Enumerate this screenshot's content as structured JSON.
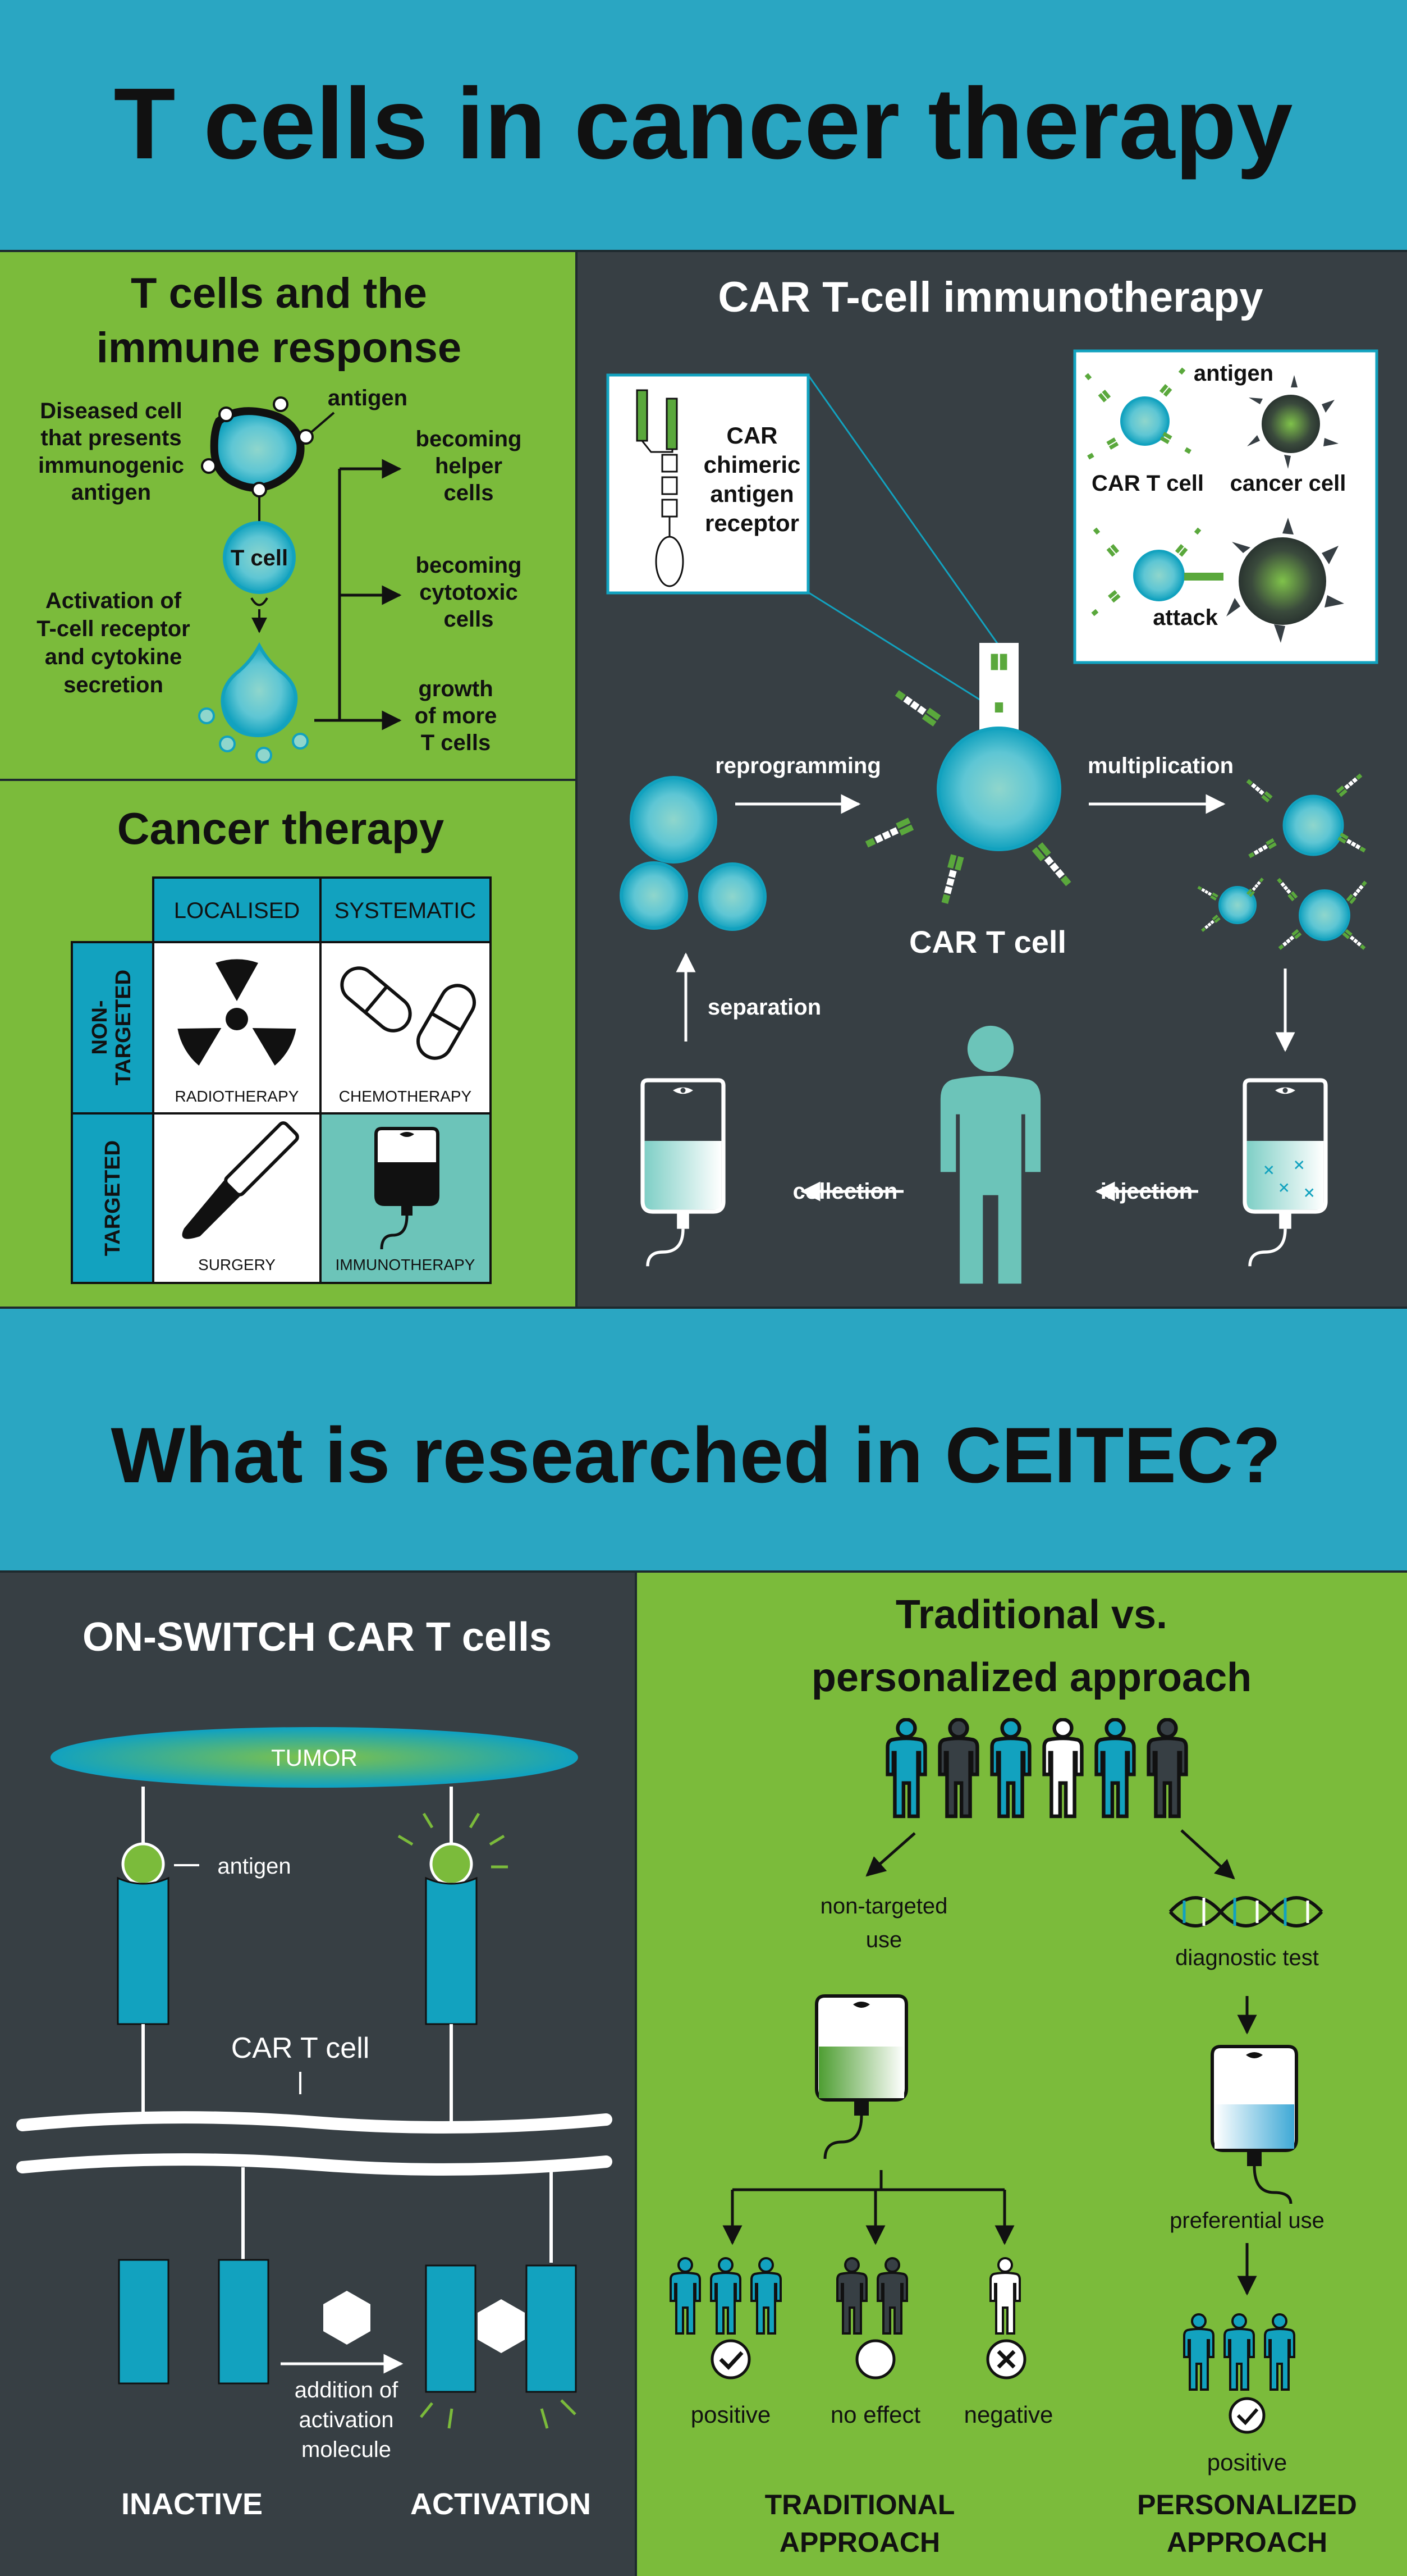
{
  "colors": {
    "banner": "#2aa6c2",
    "green_panel": "#7bbb3b",
    "dark_panel": "#373f44",
    "teal": "#12a2bf",
    "light_teal": "#6cc4b9",
    "car_green": "#5aa83c",
    "ink": "#111111",
    "white": "#ffffff"
  },
  "header": {
    "title": "T cells in cancer therapy"
  },
  "immune_response": {
    "title_line1": "T cells and the",
    "title_line2": "immune response",
    "diseased_line1": "Diseased cell",
    "diseased_line2": "that presents",
    "diseased_line3": "immunogenic",
    "diseased_line4": "antigen",
    "antigen_label": "antigen",
    "tcell_label": "T cell",
    "activation_line1": "Activation of",
    "activation_line2": "T-cell receptor",
    "activation_line3": "and cytokine",
    "activation_line4": "secretion",
    "outcome1_line1": "becoming",
    "outcome1_line2": "helper",
    "outcome1_line3": "cells",
    "outcome2_line1": "becoming",
    "outcome2_line2": "cytotoxic",
    "outcome2_line3": "cells",
    "outcome3_line1": "growth",
    "outcome3_line2": "of more",
    "outcome3_line3": "T cells"
  },
  "cancer_therapy": {
    "title": "Cancer therapy",
    "col_localised": "LOCALISED",
    "col_systematic": "SYSTEMATIC",
    "row_nontargeted_line1": "NON-",
    "row_nontargeted_line2": "TARGETED",
    "row_targeted": "TARGETED",
    "cell_radiotherapy": "RADIOTHERAPY",
    "cell_chemotherapy": "CHEMOTHERAPY",
    "cell_surgery": "SURGERY",
    "cell_immunotherapy": "IMMUNOTHERAPY"
  },
  "car_t": {
    "title": "CAR T-cell immunotherapy",
    "inset_line1": "CAR",
    "inset_line2": "chimeric",
    "inset_line3": "antigen",
    "inset_line4": "receptor",
    "attack_antigen": "antigen",
    "attack_car_t_cell": "CAR T cell",
    "attack_cancer_cell": "cancer cell",
    "attack_label": "attack",
    "reprogramming": "reprogramming",
    "multiplication": "multiplication",
    "car_t_cell": "CAR T cell",
    "separation": "separation",
    "collection": "collection",
    "injection": "injection"
  },
  "section2": {
    "title": "What is researched in CEITEC?"
  },
  "on_switch": {
    "title": "ON-SWITCH CAR T cells",
    "tumor": "TUMOR",
    "antigen": "antigen",
    "car_t_cell": "CAR T cell",
    "addition_line1": "addition of",
    "addition_line2": "activation",
    "addition_line3": "molecule",
    "inactive": "INACTIVE",
    "activation": "ACTIVATION"
  },
  "approach": {
    "title_line1": "Traditional vs.",
    "title_line2": "personalized approach",
    "non_targeted_line1": "non-targeted",
    "non_targeted_line2": "use",
    "diagnostic_test": "diagnostic test",
    "preferential_use": "preferential use",
    "positive": "positive",
    "no_effect": "no effect",
    "negative": "negative",
    "positive_personal": "positive",
    "traditional_line1": "TRADITIONAL",
    "traditional_line2": "APPROACH",
    "personalized_line1": "PERSONALIZED",
    "personalized_line2": "APPROACH"
  }
}
